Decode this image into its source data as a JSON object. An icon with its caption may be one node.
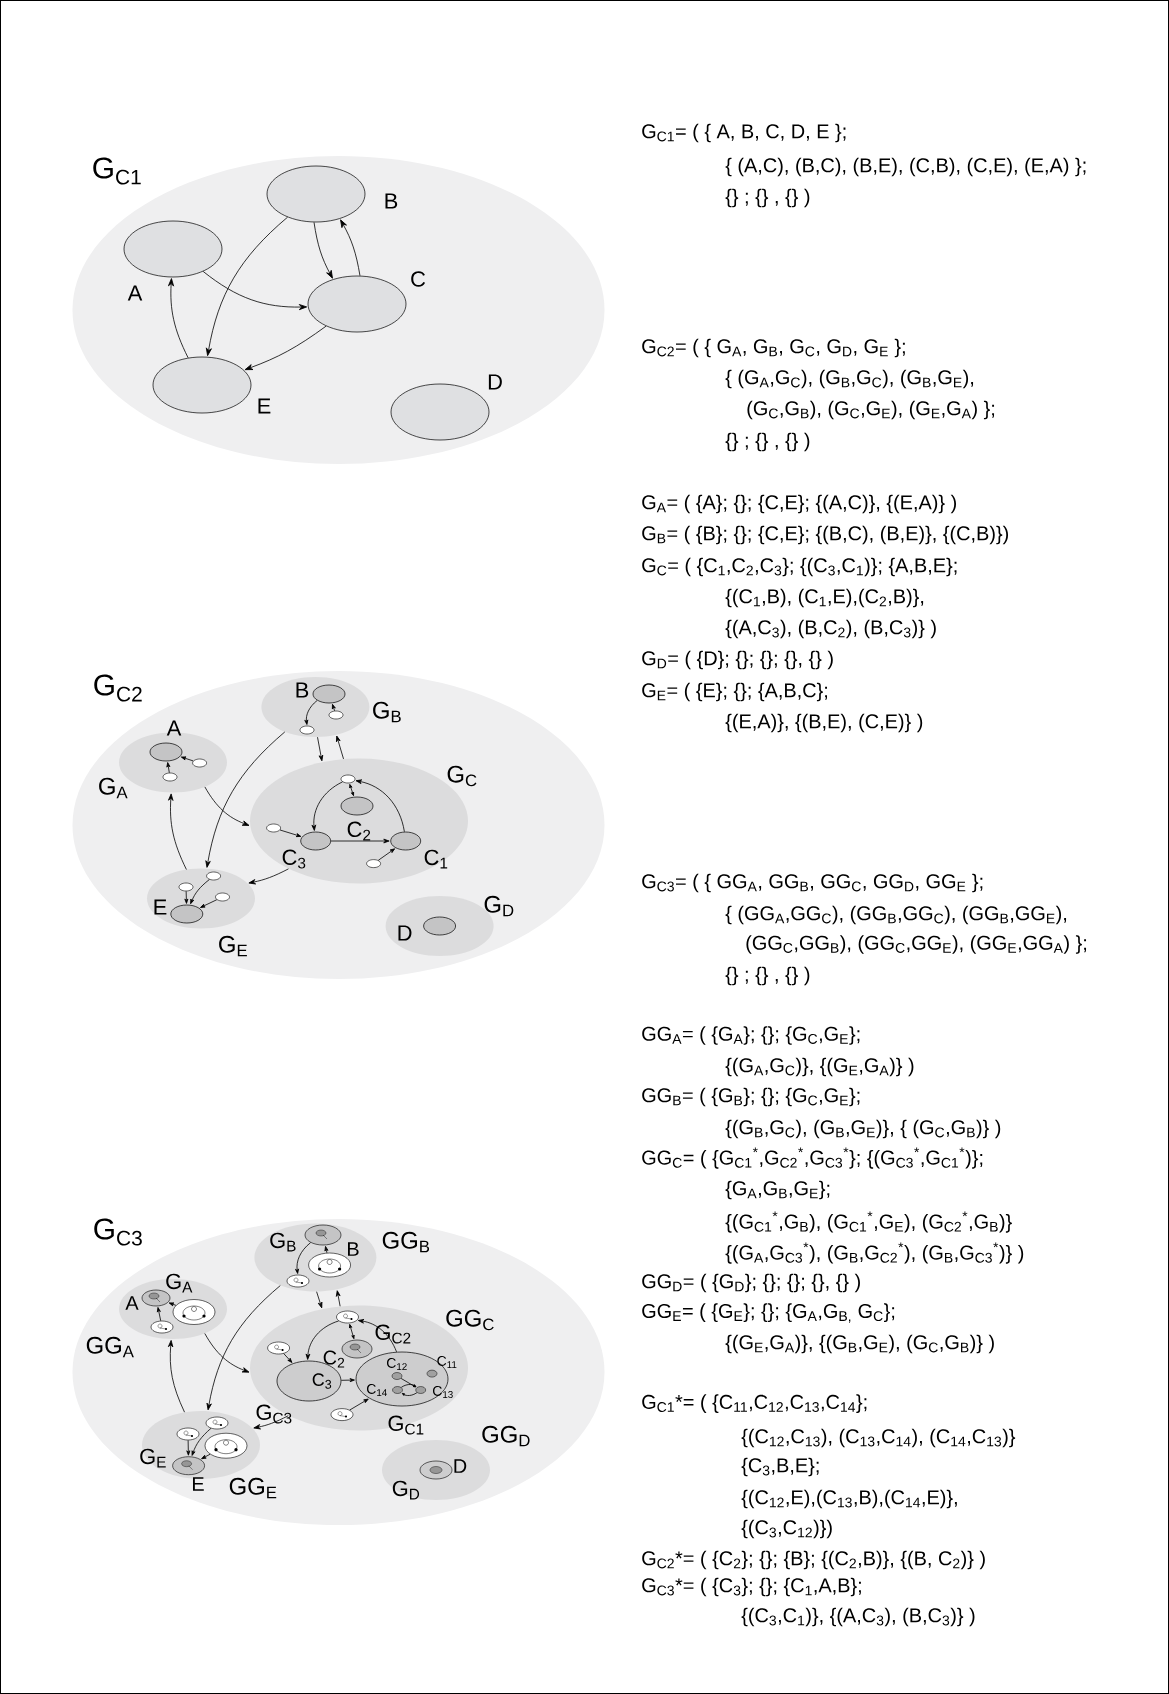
{
  "diagram": {
    "nodes": [
      {
        "text": [
          "G$_{C1}$"
        ]
      },
      {
        "text": [
          "A"
        ],
        "in": 0
      },
      {
        "text": [
          "B"
        ],
        "in": 0
      },
      {
        "text": [
          "C"
        ],
        "in": 0
      },
      {
        "text": [
          "D"
        ],
        "in": 0
      },
      {
        "text": [
          "E"
        ],
        "in": 0
      },
      {
        "text": [
          "G$_{C2}$"
        ]
      },
      {
        "text": [
          "G$_{A}$"
        ],
        "in": 6
      },
      {
        "text": [
          "A"
        ],
        "in": 7
      },
      {
        "text": [],
        "shape": "ellipse",
        "in": 7
      },
      {
        "text": [],
        "shape": "ellipse",
        "in": 7
      },
      {
        "text": [
          "G$_{B}$"
        ],
        "in": 6
      },
      {
        "text": [
          "B"
        ],
        "in": 11
      },
      {
        "text": [],
        "shape": "ellipse",
        "in": 11
      },
      {
        "text": [],
        "shape": "ellipse",
        "in": 11
      },
      {
        "text": [
          "G$_{C}$"
        ],
        "in": 6
      },
      {
        "text": [],
        "shape": "ellipse",
        "in": 15
      },
      {
        "text": [
          "C$_{2}$"
        ],
        "in": 15
      },
      {
        "text": [],
        "shape": "ellipse",
        "in": 15
      },
      {
        "text": [
          "C$_{3}$"
        ],
        "in": 15
      },
      {
        "text": [
          "C$_{1}$"
        ],
        "in": 15
      },
      {
        "text": [],
        "shape": "ellipse",
        "in": 15
      },
      {
        "text": [
          "G$_{D}$"
        ],
        "in": 6
      },
      {
        "text": [
          "D"
        ],
        "in": 22
      },
      {
        "text": [
          "G$_{E}$"
        ],
        "in": 6
      },
      {
        "text": [],
        "shape": "ellipse",
        "in": 24
      },
      {
        "text": [],
        "shape": "ellipse",
        "in": 24
      },
      {
        "text": [],
        "shape": "ellipse",
        "in": 24
      },
      {
        "text": [
          "E"
        ],
        "in": 24
      },
      {
        "text": [
          "G$_{C3}$"
        ]
      },
      {
        "text": [
          "GG$_{A}$"
        ],
        "in": 29
      },
      {
        "text": [
          "A"
        ],
        "in": 30
      },
      {
        "text": [],
        "shape": "ellipse",
        "in": 30
      },
      {
        "text": [],
        "shape": "ellipse",
        "in": 30
      },
      {
        "text": [
          "GG$_{B}$"
        ],
        "in": 29
      },
      {
        "text": [
          "B"
        ],
        "in": 34
      },
      {
        "text": [],
        "shape": "ellipse",
        "in": 34
      },
      {
        "text": [],
        "shape": "ellipse",
        "in": 34
      },
      {
        "text": [
          "GG$_{C}$"
        ],
        "in": 29
      },
      {
        "text": [],
        "shape": "ellipse",
        "in": 38
      },
      {
        "text": [
          "G$_{C2}$"
        ],
        "in": 38
      },
      {
        "text": [],
        "shape": "ellipse",
        "in": 38
      },
      {
        "text": [
          "G$_{C3}$"
        ],
        "in": 38
      },
      {
        "text": [
          "G$_{C1}$"
        ],
        "in": 38
      },
      {
        "text": [
          "C$_{11}$"
        ],
        "in": 43
      },
      {
        "text": [
          "C$_{12}$"
        ],
        "in": 43
      },
      {
        "text": [
          "C$_{13}$"
        ],
        "in": 43
      },
      {
        "text": [
          "C$_{14}$"
        ],
        "in": 43
      },
      {
        "text": [],
        "shape": "ellipse",
        "in": 38
      },
      {
        "text": [
          "GG$_{D}$"
        ],
        "in": 29
      },
      {
        "text": [
          "D"
        ],
        "in": 49
      },
      {
        "text": [
          "GG$_{E}$"
        ],
        "in": 29
      },
      {
        "text": [],
        "shape": "ellipse",
        "in": 51
      },
      {
        "text": [],
        "shape": "ellipse",
        "in": 51
      },
      {
        "text": [],
        "shape": "ellipse",
        "in": 51
      },
      {
        "text": [
          "E"
        ],
        "in": 51
      }
    ],
    "edges": [
      {
        "from": 1,
        "to": 3,
        "arrow": "to"
      },
      {
        "from": 2,
        "to": 3,
        "arrow": "to"
      },
      {
        "from": 2,
        "to": 5,
        "arrow": "to"
      },
      {
        "from": 3,
        "to": 2,
        "arrow": "to"
      },
      {
        "from": 3,
        "to": 5,
        "arrow": "to"
      },
      {
        "from": 5,
        "to": 1,
        "arrow": "to"
      },
      {
        "from": 9,
        "to": 8,
        "arrow": "to"
      },
      {
        "from": 10,
        "to": 8,
        "arrow": "to"
      },
      {
        "from": 12,
        "to": 13,
        "arrow": "to"
      },
      {
        "from": 14,
        "to": 12,
        "arrow": "to"
      },
      {
        "from": 16,
        "to": 19,
        "arrow": "to"
      },
      {
        "from": 20,
        "to": 16,
        "arrow": "to"
      },
      {
        "from": 16,
        "to": 17,
        "arrow": "both"
      },
      {
        "from": 18,
        "to": 19,
        "arrow": "to"
      },
      {
        "from": 19,
        "to": 20,
        "arrow": "to"
      },
      {
        "from": 21,
        "to": 20,
        "arrow": "to"
      },
      {
        "from": 25,
        "to": 28,
        "arrow": "to"
      },
      {
        "from": 26,
        "to": 28,
        "arrow": "to"
      },
      {
        "from": 27,
        "to": 28,
        "arrow": "to"
      },
      {
        "from": 7,
        "to": 15,
        "arrow": "to"
      },
      {
        "from": 11,
        "to": 15,
        "arrow": "to"
      },
      {
        "from": 11,
        "to": 24,
        "arrow": "to"
      },
      {
        "from": 15,
        "to": 11,
        "arrow": "to"
      },
      {
        "from": 15,
        "to": 24,
        "arrow": "to"
      },
      {
        "from": 24,
        "to": 7,
        "arrow": "to"
      },
      {
        "from": 32,
        "to": 31,
        "arrow": "to"
      },
      {
        "from": 33,
        "to": 31,
        "arrow": "to"
      },
      {
        "from": 35,
        "to": 37,
        "arrow": "to"
      },
      {
        "from": 36,
        "to": 35,
        "arrow": "to"
      },
      {
        "from": 39,
        "to": 42,
        "arrow": "to"
      },
      {
        "from": 43,
        "to": 39,
        "arrow": "to"
      },
      {
        "from": 39,
        "to": 40,
        "arrow": "both"
      },
      {
        "from": 41,
        "to": 42,
        "arrow": "to"
      },
      {
        "from": 42,
        "to": 43,
        "arrow": "to"
      },
      {
        "from": 48,
        "to": 43,
        "arrow": "to"
      },
      {
        "from": 45,
        "to": 46,
        "arrow": "to"
      },
      {
        "from": 46,
        "to": 47,
        "arrow": "to"
      },
      {
        "from": 47,
        "to": 46,
        "arrow": "to"
      },
      {
        "from": 52,
        "to": 55,
        "arrow": "to"
      },
      {
        "from": 53,
        "to": 55,
        "arrow": "to"
      },
      {
        "from": 54,
        "to": 55,
        "arrow": "to"
      },
      {
        "from": 30,
        "to": 38,
        "arrow": "to"
      },
      {
        "from": 34,
        "to": 38,
        "arrow": "to"
      },
      {
        "from": 34,
        "to": 51,
        "arrow": "to"
      },
      {
        "from": 38,
        "to": 34,
        "arrow": "to"
      },
      {
        "from": 38,
        "to": 51,
        "arrow": "to"
      },
      {
        "from": 51,
        "to": 30,
        "arrow": "to"
      }
    ],
    "labels": [
      "G$_{C1}$= ( { A, B, C, D, E };",
      "{ (A,C), (B,C), (B,E), (C,B), (C,E), (E,A) };",
      "{} ; {} , {} )",
      "G$_{C2}$= ( { G$_{A}$, G$_{B}$, G$_{C}$, G$_{D}$, G$_{E}$ };",
      "{ (G$_{A}$,G$_{C}$), (G$_{B}$,G$_{C}$), (G$_{B}$,G$_{E}$),",
      "(G$_{C}$,G$_{B}$), (G$_{C}$,G$_{E}$), (G$_{E}$,G$_{A}$) };",
      "{} ; {} , {} )",
      "G$_{A}$= ( {A}; {}; {C,E}; {(A,C)}, {(E,A)} )",
      "G$_{B}$= ( {B}; {}; {C,E}; {(B,C), (B,E)}, {(C,B)})",
      "G$_{C}$= ( {C$_{1}$,C$_{2}$,C$_{3}$}; {(C$_{3}$,C$_{1}$)}; {A,B,E};",
      "{(C$_{1}$,B), (C$_{1}$,E),(C$_{2}$,B)},",
      "{(A,C$_{3}$), (B,C$_{2}$), (B,C$_{3}$)} )",
      "G$_{D}$= ( {D}; {}; {}; {}, {} )",
      "G$_{E}$= ( {E}; {}; {A,B,C};",
      "{(E,A)}, {(B,E), (C,E)} )",
      "G$_{C3}$= ( { GG$_{A}$, GG$_{B}$, GG$_{C}$, GG$_{D}$, GG$_{E}$ };",
      "{ (GG$_{A}$,GG$_{C}$), (GG$_{B}$,GG$_{C}$), (GG$_{B}$,GG$_{E}$),",
      "(GG$_{C}$,GG$_{B}$), (GG$_{C}$,GG$_{E}$), (GG$_{E}$,GG$_{A}$) };",
      "{} ; {} , {} )",
      "GG$_{A}$= ( {G$_{A}$}; {}; {G$_{C}$,G$_{E}$};",
      "{(G$_{A}$,G$_{C}$)}, {(G$_{E}$,G$_{A}$)} )",
      "GG$_{B}$= ( {G$_{B}$}; {}; {G$_{C}$,G$_{E}$};",
      "{(G$_{B}$,G$_{C}$), (G$_{B}$,G$_{E}$)}, { (G$_{C}$,G$_{B}$)} )",
      "GG$_{C}$= ( {G$_{C1}$$^{*}$,G$_{C2}$$^{*}$,G$_{C3}$$^{*}$}; {(G$_{C3}$$^{*}$,G$_{C1}$$^{*}$)};",
      "{G$_{A}$,G$_{B}$,G$_{E}$};",
      "{(G$_{C1}$$^{*}$,G$_{B}$), (G$_{C1}$$^{*}$,G$_{E}$), (G$_{C2}$$^{*}$,G$_{B}$)}",
      "{(G$_{A}$,G$_{C3}$$^{*}$), (G$_{B}$,G$_{C2}$$^{*}$), (G$_{B}$,G$_{C3}$$^{*}$)} )",
      "GG$_{D}$= ( {G$_{D}$}; {}; {}; {}, {} )",
      "GG$_{E}$= ( {G$_{E}$}; {}; {G$_{A}$,G$_{B,}$ G$_{C}$};",
      "{(G$_{E}$,G$_{A}$)}, {(G$_{B}$,G$_{E}$), (G$_{C}$,G$_{B}$)} )",
      "G$_{C1}$*= ( {C$_{11}$,C$_{12}$,C$_{13}$,C$_{14}$};",
      "{(C$_{12}$,C$_{13}$), (C$_{13}$,C$_{14}$), (C$_{14}$,C$_{13}$)}",
      "{C$_{3}$,B,E};",
      "{(C$_{12}$,E),(C$_{13}$,B),(C$_{14}$,E)},",
      "{(C$_{3}$,C$_{12}$)})",
      "G$_{C2}$*= ( {C$_{2}$}; {}; {B}; {(C$_{2}$,B)}, {(B, C$_{2}$)} )",
      "G$_{C3}$*= ( {C$_{3}$}; {}; {C$_{1}$,A,B};",
      "{(C$_{3}$,C$_{1}$)}, {(A,C$_{3}$), (B,C$_{3}$)} )",
      "G$_{B}$",
      "G$_{A}$",
      "C$_{2}$",
      "C$_{3}$",
      "G$_{E}$",
      "G$_{D}$"
    ]
  }
}
